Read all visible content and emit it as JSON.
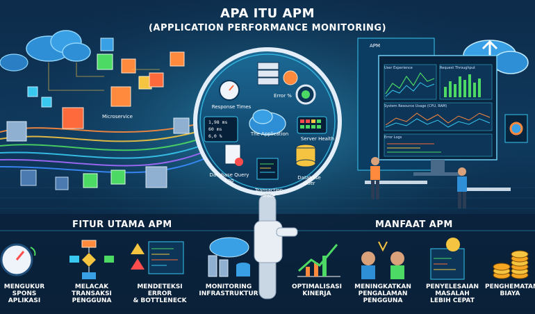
{
  "title": {
    "line1": "APA ITU APM",
    "line2": "(APPLICATION PERFORMANCE MONITORING)"
  },
  "left_scene": {
    "microservice_label": "Microservice"
  },
  "lens": {
    "response_times": "Response Times",
    "error_pct": "Error %",
    "app_label": "The Application",
    "server_health": "Server Health",
    "metrics": [
      "1,98 ms",
      "60 ms",
      "6,0 %"
    ],
    "db_query_log": "Database Query Log",
    "transaction_trace": "Transaction Trace",
    "database_query": "Database Quer"
  },
  "dashboard": {
    "app_title": "APM",
    "user_experience": "User Experience",
    "request_throughput": "Request Throughput",
    "system_resource": "System Resource Usage (CPU, RAM)",
    "error_logs": "Error Logs"
  },
  "sections": {
    "features_title": "FITUR UTAMA APM",
    "benefits_title": "MANFAAT APM"
  },
  "features": [
    {
      "label": "MENGUKUR\nSPONS APLIKASI",
      "icon": "stopwatch-icon"
    },
    {
      "label": "MELACAK\nTRANSAKSI\nPENGGUNA",
      "icon": "flowchart-icon"
    },
    {
      "label": "MENDETEKSI ERROR\n& BOTTLENECK",
      "icon": "warning-code-icon"
    },
    {
      "label": "MONITORING\nINFRASTRUKTUR",
      "icon": "cloud-database-icon"
    },
    {
      "label": "OPTIMALISASI\nKINERJA",
      "icon": "growth-chart-icon"
    },
    {
      "label": "MENINGKATKAN\nPENGALAMAN\nPENGGUNA",
      "icon": "high-five-icon"
    },
    {
      "label": "PENYELESAIAN\nMASALAH\nLEBIH CEPAT",
      "icon": "lightbulb-code-icon"
    },
    {
      "label": "PENGHEMATAN\nBIAYA",
      "icon": "coins-icon"
    }
  ],
  "colors": {
    "background": "#0d2b4a",
    "accent_cyan": "#39c8f0",
    "accent_orange": "#ff8a3d",
    "accent_green": "#4cd964",
    "text": "#ffffff"
  }
}
